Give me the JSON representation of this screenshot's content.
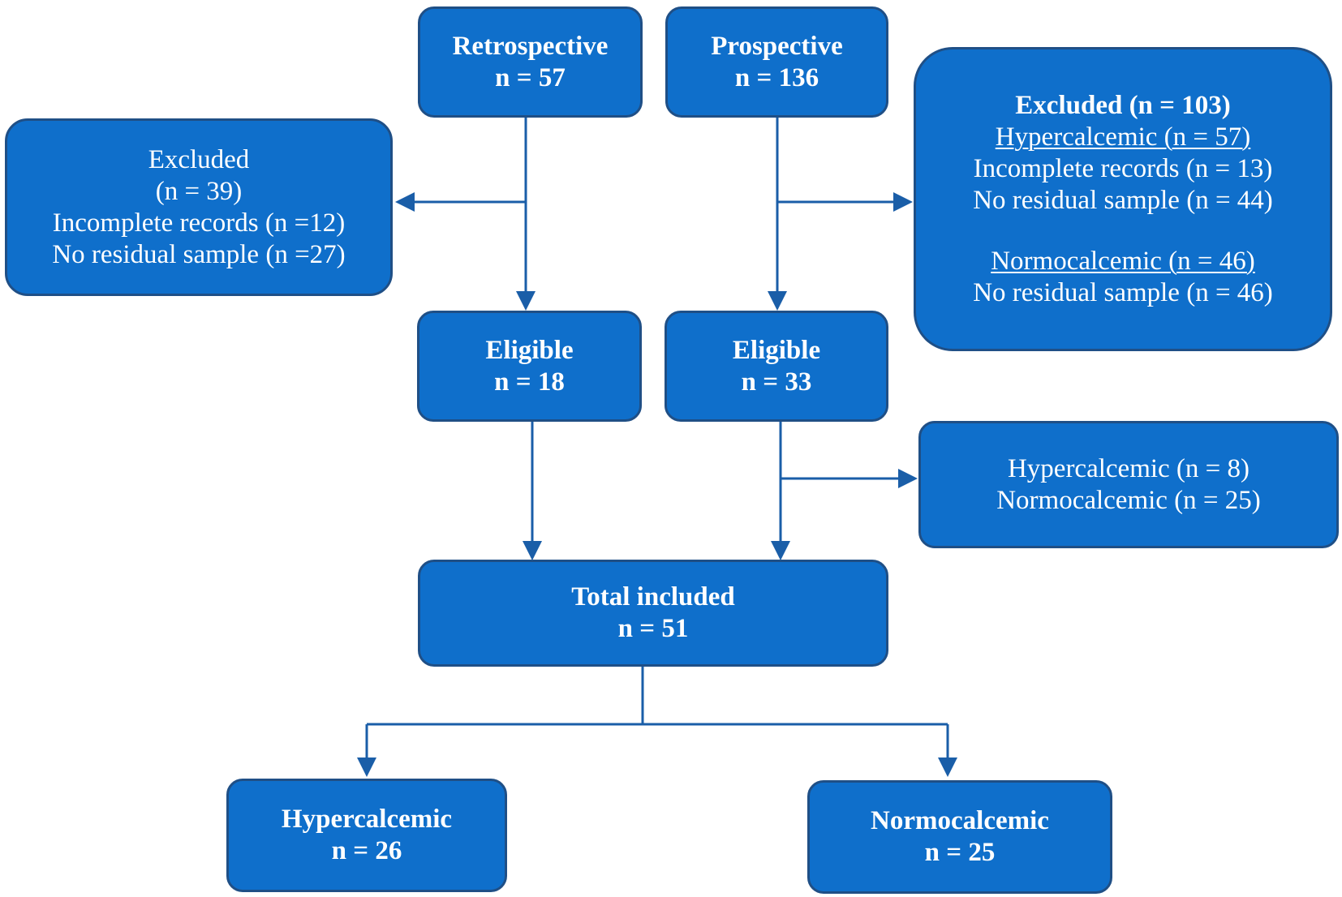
{
  "boxes": {
    "retrospective": {
      "title": "Retrospective",
      "count": "n = 57"
    },
    "prospective": {
      "title": "Prospective",
      "count": "n = 136"
    },
    "excluded_retro": {
      "lines": [
        "Excluded",
        "(n = 39)",
        "Incomplete records (n =12)",
        "No residual sample (n =27)"
      ]
    },
    "excluded_prosp": {
      "title": "Excluded (n = 103)",
      "hyper_heading": "Hypercalcemic (n = 57)",
      "hyper_lines": [
        "Incomplete records (n = 13)",
        "No residual sample (n = 44)"
      ],
      "normo_heading": "Normocalcemic (n = 46)",
      "normo_lines": [
        "No residual sample (n = 46)"
      ]
    },
    "eligible_retro": {
      "title": "Eligible",
      "count": "n = 18"
    },
    "eligible_prosp": {
      "title": "Eligible",
      "count": "n = 33"
    },
    "prosp_split": {
      "lines": [
        "Hypercalcemic (n = 8)",
        "Normocalcemic (n = 25)"
      ]
    },
    "total": {
      "title": "Total included",
      "count": "n = 51"
    },
    "hyper": {
      "title": "Hypercalcemic",
      "count": "n = 26"
    },
    "normo": {
      "title": "Normocalcemic",
      "count": "n = 25"
    }
  },
  "colors": {
    "box_fill": "#0f6fcb",
    "box_border": "#1f4f86",
    "arrow": "#1a5ea8",
    "text": "#ffffff"
  }
}
